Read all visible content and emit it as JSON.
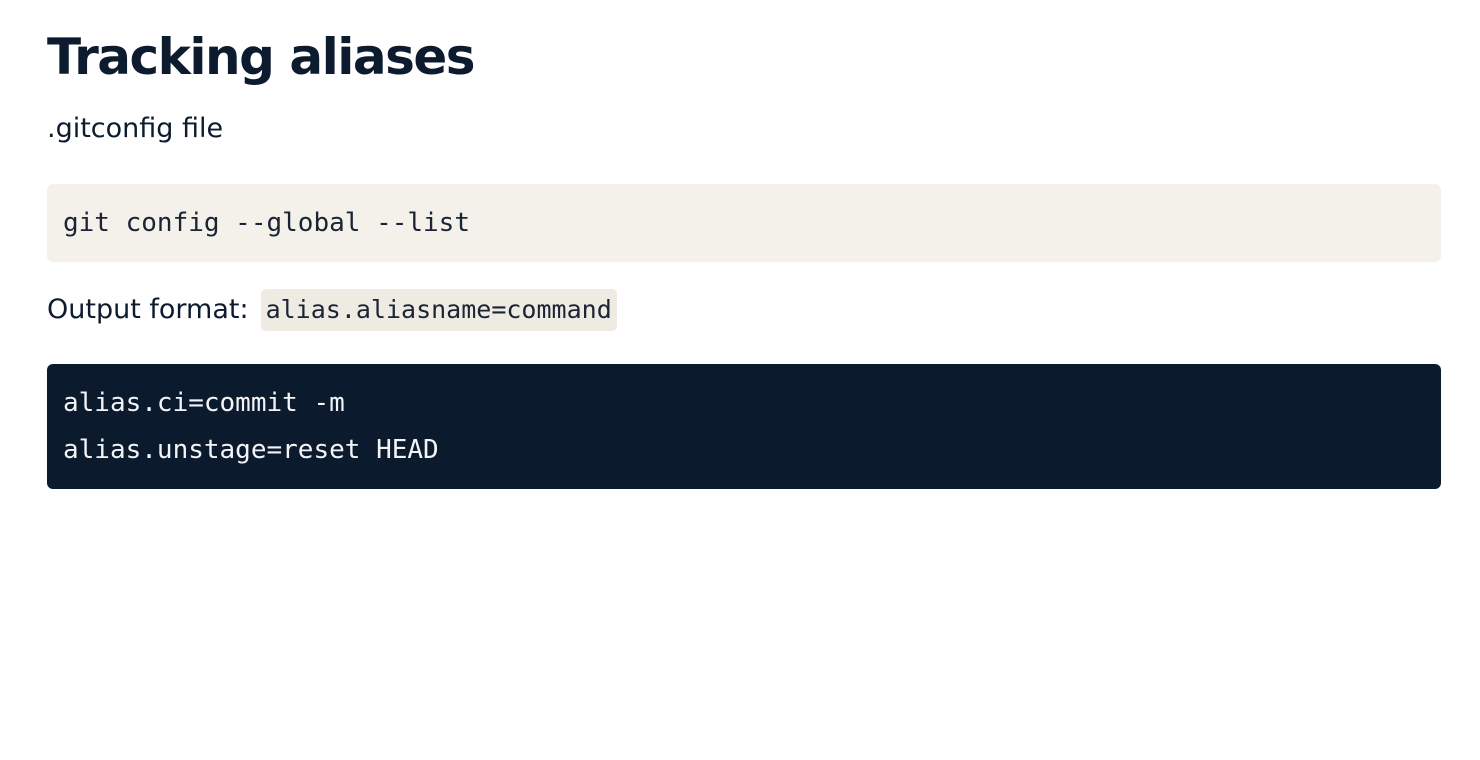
{
  "heading": {
    "title": "Tracking aliases",
    "subtitle": ".gitconfig file"
  },
  "command_block": {
    "lines": [
      "git config --global --list"
    ]
  },
  "format": {
    "label": "Output format:",
    "code": "alias.aliasname=command"
  },
  "output_block": {
    "lines": [
      "alias.ci=commit -m",
      "alias.unstage=reset HEAD"
    ]
  },
  "colors": {
    "text": "#0d1b2e",
    "light_code_bg": "#f4f1ea",
    "inline_code_bg": "#eeebe3",
    "dark_code_bg": "#0c1a2d",
    "dark_code_text": "#f2f4f7"
  }
}
